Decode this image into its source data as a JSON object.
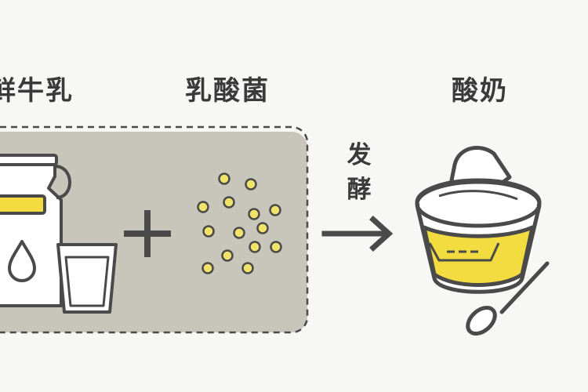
{
  "labels": {
    "milk": "鲜牛乳",
    "bacteria": "乳酸菌",
    "yogurt": "酸奶",
    "ferment_1": "发",
    "ferment_2": "酵"
  },
  "colors": {
    "background": "#f7f7f6",
    "panel": "#c8c6bb",
    "outline": "#4a4a4a",
    "accent_yellow": "#f2dc3f",
    "bacteria_dot": "#f1e36a",
    "white": "#ffffff"
  },
  "icons": [
    "milk-jug-icon",
    "drop-icon",
    "milk-glass-icon",
    "plus-icon",
    "bacteria-dots-icon",
    "arrow-right-icon",
    "yogurt-cup-icon",
    "spoon-icon"
  ]
}
